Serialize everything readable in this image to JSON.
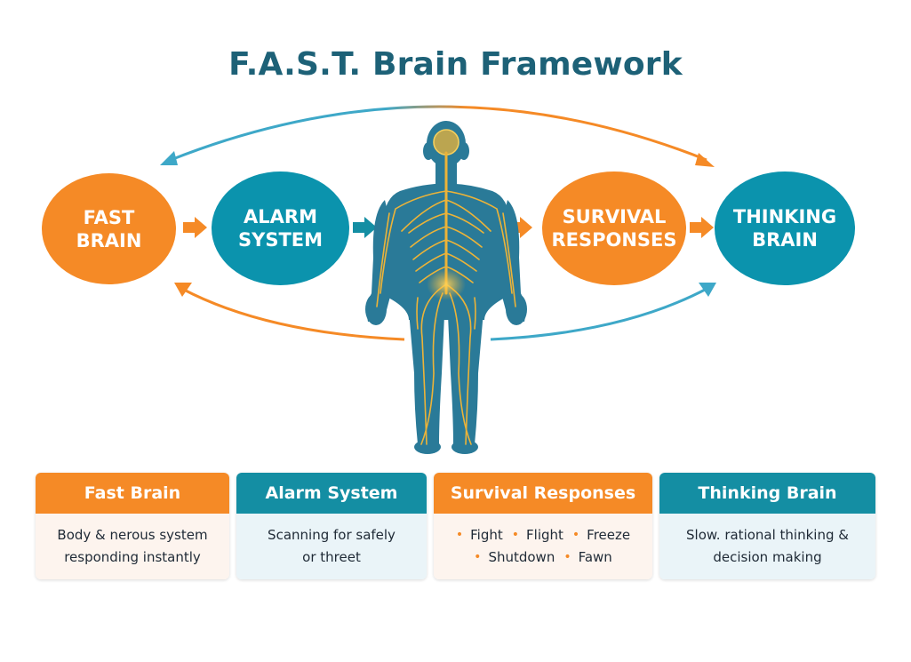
{
  "title": "F.A.S.T. Brain Framework",
  "colors": {
    "orange": "#f58a26",
    "teal": "#0b93ad",
    "arc_teal": "#3ea8c8",
    "title": "#1d6177",
    "nerve": "#f7b733",
    "body": "#2a7a98"
  },
  "nodes": [
    {
      "id": "fast-brain",
      "label": "FAST\nBRAIN",
      "color": "orange"
    },
    {
      "id": "alarm-system",
      "label": "ALARM\nSYSTEM",
      "color": "teal"
    },
    {
      "id": "survival-responses",
      "label": "SURVIVAL\nRESPONSES",
      "color": "orange"
    },
    {
      "id": "thinking-brain",
      "label": "THINKING\nBRAIN",
      "color": "teal"
    }
  ],
  "center_figure": "human nervous system illustration",
  "cards": [
    {
      "title": "Fast Brain",
      "color": "orange",
      "lines": [
        "Body & nerous system",
        "responding instantly"
      ]
    },
    {
      "title": "Alarm System",
      "color": "teal",
      "lines": [
        "Scanning for safely",
        "or threet"
      ]
    },
    {
      "title": "Survival Responses",
      "color": "orange",
      "bullets": [
        [
          "Fight",
          "Flight",
          "Freeze"
        ],
        [
          "Shutdown",
          "Fawn"
        ]
      ]
    },
    {
      "title": "Thinking Brain",
      "color": "teal",
      "lines": [
        "Slow. rational thinking &",
        "decision making"
      ]
    }
  ]
}
